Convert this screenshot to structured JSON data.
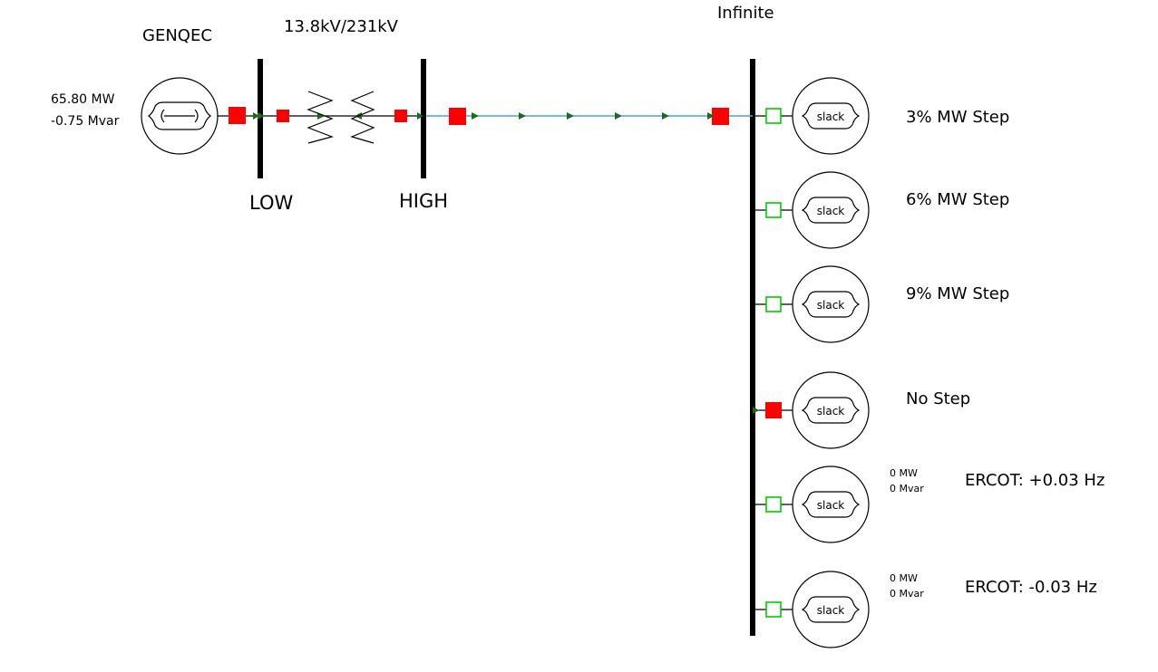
{
  "generator": {
    "name": "GENQEC",
    "mw": "65.80 MW",
    "mvar": "-0.75 Mvar"
  },
  "transformer": {
    "rating": "13.8kV/231kV"
  },
  "buses": {
    "low": "LOW",
    "high": "HIGH",
    "infinite": "Infinite"
  },
  "slack_label": "slack",
  "slack_units": [
    {
      "label": "3% MW Step",
      "breaker": "open"
    },
    {
      "label": "6% MW Step",
      "breaker": "open"
    },
    {
      "label": "9% MW Step",
      "breaker": "open"
    },
    {
      "label": "No Step",
      "breaker": "closed"
    },
    {
      "label": "ERCOT: +0.03 Hz",
      "breaker": "open",
      "mw": "0 MW",
      "mvar": "0 Mvar"
    },
    {
      "label": "ERCOT: -0.03 Hz",
      "breaker": "open",
      "mw": "0 MW",
      "mvar": "0 Mvar"
    }
  ],
  "colors": {
    "closed_breaker": "#ff0000",
    "open_breaker": "#00cc00",
    "line": "#4a9ee8",
    "flow_arrow": "#1a6b1a",
    "bus": "#000000"
  }
}
